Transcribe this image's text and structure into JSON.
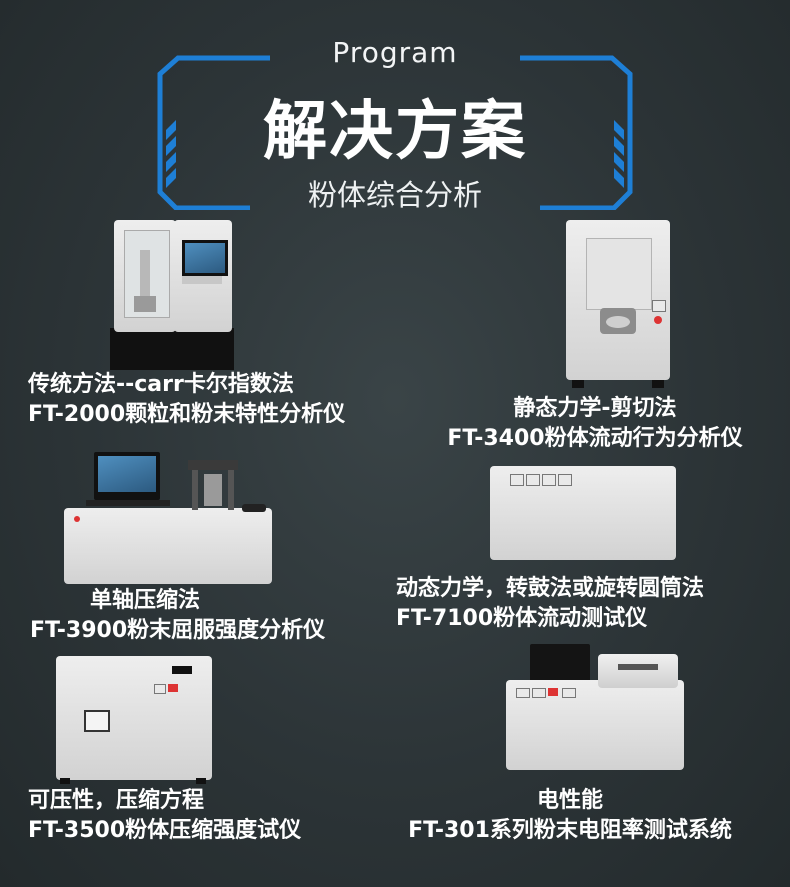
{
  "header": {
    "program_label": "Program",
    "title": "解决方案",
    "subtitle": "粉体综合分析"
  },
  "products": [
    {
      "method": "传统方法--carr卡尔指数法",
      "model": "FT-2000颗粒和粉末特性分析仪"
    },
    {
      "method": "静态力学-剪切法",
      "model": "FT-3400粉体流动行为分析仪"
    },
    {
      "method": "单轴压缩法",
      "model": "FT-3900粉末屈服强度分析仪"
    },
    {
      "method": "动态力学，转鼓法或旋转圆筒法",
      "model": "FT-7100粉体流动测试仪"
    },
    {
      "method": "可压性，压缩方程",
      "model": "FT-3500粉体压缩强度试仪"
    },
    {
      "method": "电性能",
      "model": "FT-301系列粉末电阻率测试系统"
    }
  ],
  "colors": {
    "accent_blue": "#1e7fd6",
    "background": "#2c3437"
  }
}
